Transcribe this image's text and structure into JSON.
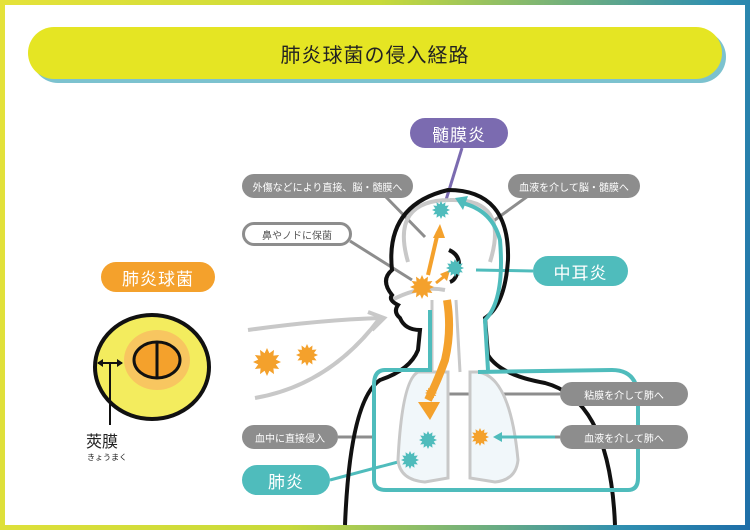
{
  "title": "肺炎球菌の侵入経路",
  "bacteria": {
    "label": "肺炎球菌",
    "capsule": "莢膜",
    "capsule_reading": "きょうまく"
  },
  "diseases": {
    "meningitis": "髄膜炎",
    "otitis": "中耳炎",
    "pneumonia": "肺炎"
  },
  "routes": {
    "trauma": "外傷などにより直接、脳・髄膜へ",
    "blood_brain": "血液を介して脳・髄膜へ",
    "carrier": "鼻やノドに保菌",
    "mucosa_lung": "粘膜を介して肺へ",
    "blood_lung": "血液を介して肺へ",
    "blood_direct": "血中に直接侵入"
  },
  "colors": {
    "orange": "#f4a12c",
    "teal": "#4fbcbc",
    "purple": "#7b6bb0",
    "gray": "#8d8d8d",
    "yellow": "#f3ec5e"
  }
}
